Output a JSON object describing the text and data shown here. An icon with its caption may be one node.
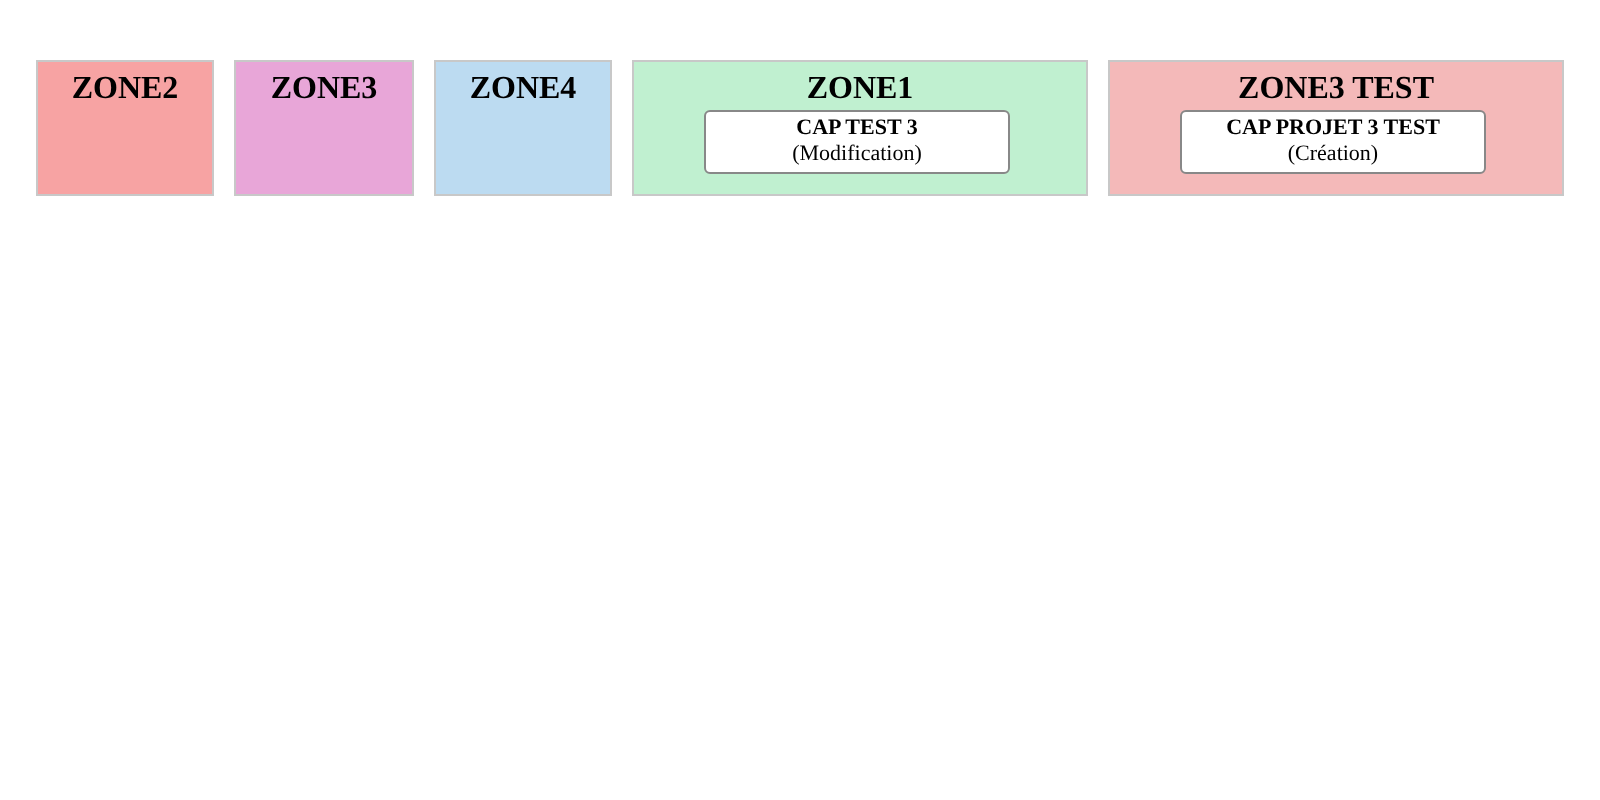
{
  "diagram": {
    "nodes": [
      {
        "text": [
          "ZONE2"
        ]
      },
      {
        "text": [
          "ZONE3"
        ]
      },
      {
        "text": [
          "ZONE4"
        ]
      },
      {
        "text": [
          "ZONE1"
        ]
      },
      {
        "text": [
          "CAP TEST 3",
          "(Modification)"
        ],
        "in": 3
      },
      {
        "text": [
          "ZONE3 TEST"
        ]
      },
      {
        "text": [
          "CAP PROJET 3 TEST",
          "(Création)"
        ],
        "in": 5
      }
    ],
    "edges": []
  }
}
